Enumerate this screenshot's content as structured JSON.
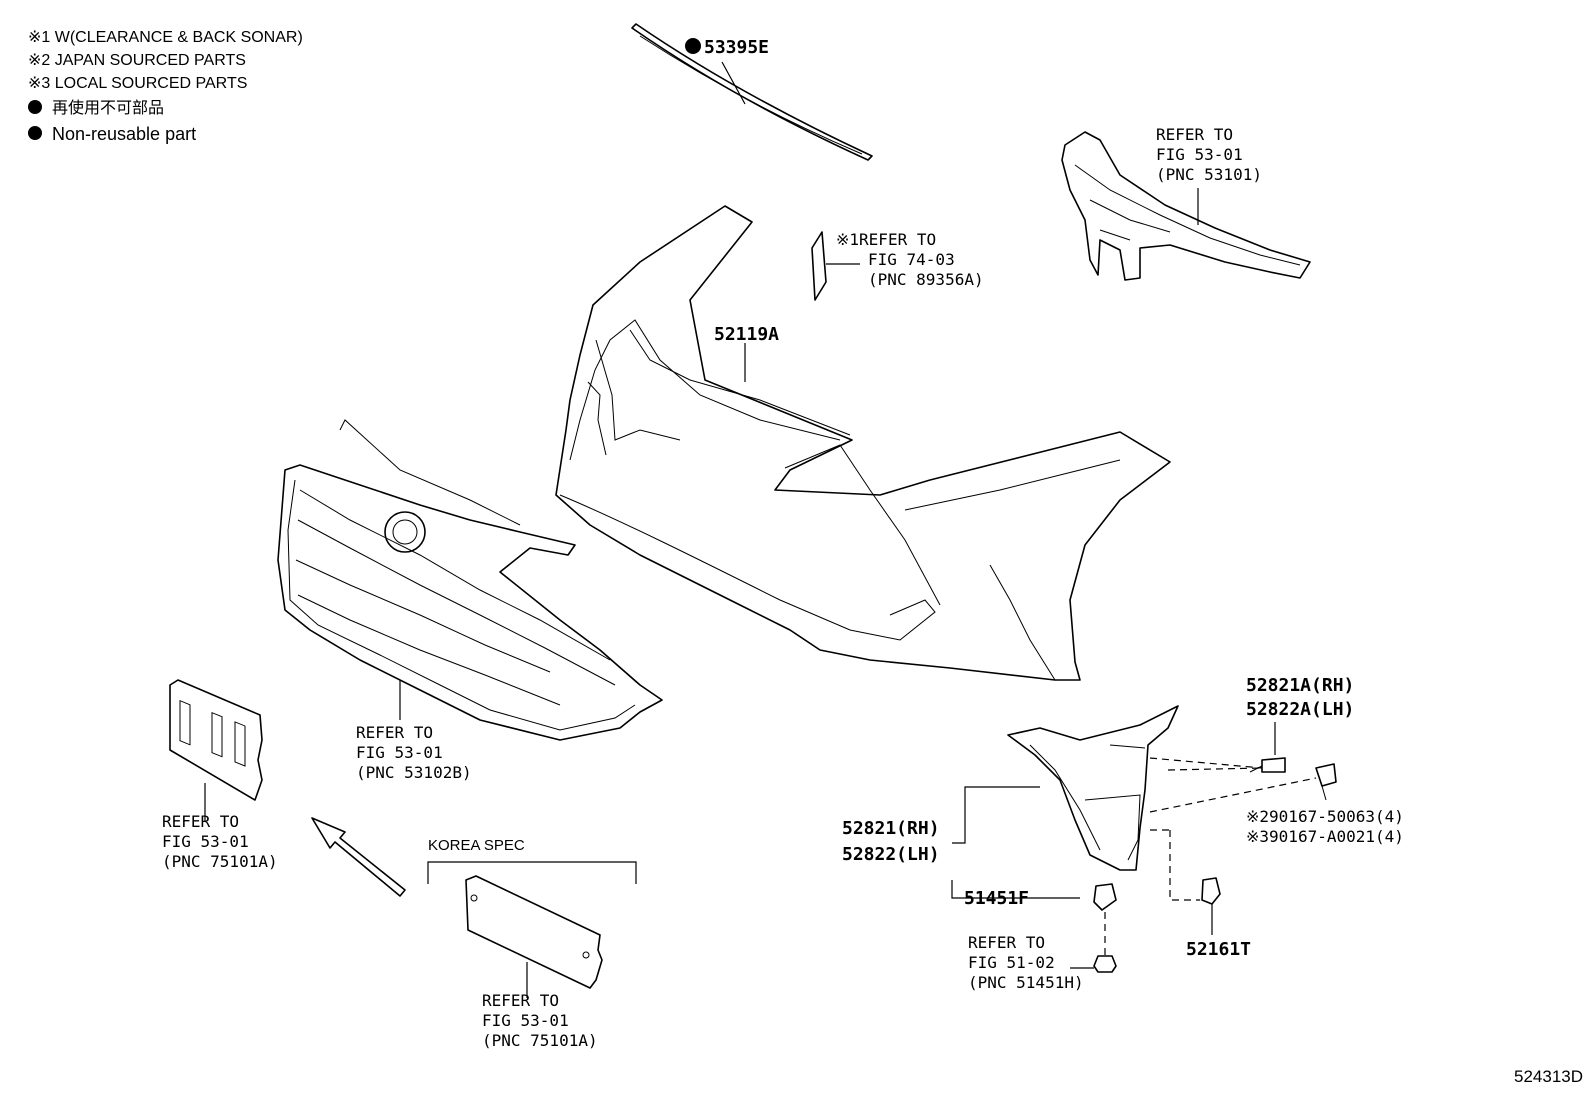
{
  "legend": {
    "note1": "※1 W(CLEARANCE & BACK SONAR)",
    "note2": "※2 JAPAN SOURCED PARTS",
    "note3": "※3 LOCAL SOURCED PARTS",
    "nonreusable_jp": "再使用不可部品",
    "nonreusable_en": "Non-reusable part"
  },
  "parts": {
    "molding": "53395E",
    "bumper_cover": "52119A",
    "ref_sonar": [
      "※1REFER TO",
      "FIG 74-03",
      "(PNC 89356A)"
    ],
    "ref_reinforcement": [
      "REFER TO",
      "FIG 53-01",
      "(PNC 53101)"
    ],
    "ref_grille": [
      "REFER TO",
      "FIG 53-01",
      "(PNC 53102B)"
    ],
    "ref_plate_bracket": [
      "REFER TO",
      "FIG 53-01",
      "(PNC 75101A)"
    ],
    "korea_spec": "KOREA SPEC",
    "ref_korea_plate": [
      "REFER TO",
      "FIG 53-01",
      "(PNC 75101A)"
    ],
    "lamp_cover_upper": [
      "52821A(RH)",
      "52822A(LH)"
    ],
    "lamp_cover": [
      "52821(RH)",
      "52822(LH)"
    ],
    "screw_jp": "※290167-50063(4)",
    "screw_local": "※390167-A0021(4)",
    "retainer": "51451F",
    "clip": "52161T",
    "ref_retainer": [
      "REFER TO",
      "FIG 51-02",
      "(PNC 51451H)"
    ]
  },
  "figure_id": "524313D"
}
